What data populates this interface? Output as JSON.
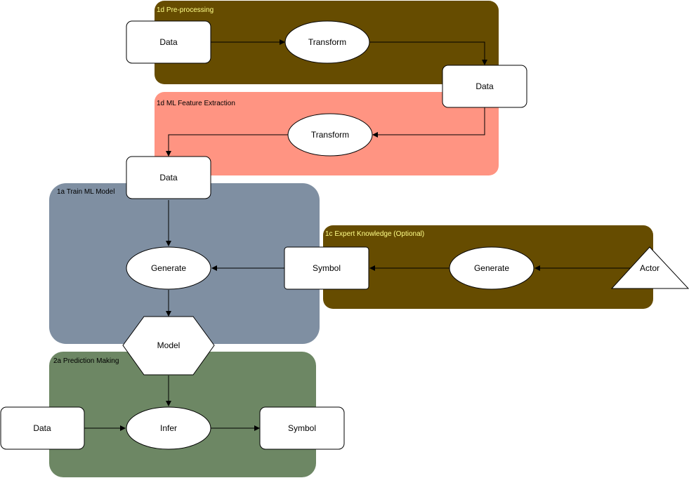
{
  "groups": {
    "preprocessing": {
      "label": "1d Pre-processing",
      "fill": "#664c00",
      "text_color": "#ffff88"
    },
    "feature_extraction": {
      "label": "1d ML Feature Extraction",
      "fill": "#ff9482",
      "text_color": "#000000"
    },
    "train_model": {
      "label": "1a Train ML Model",
      "fill": "#7f8fa2",
      "text_color": "#000000"
    },
    "expert_knowledge": {
      "label": "1c Expert Knowledge (Optional)",
      "fill": "#664c00",
      "text_color": "#ffff88"
    },
    "prediction_making": {
      "label": "2a Prediction Making",
      "fill": "#6d8764",
      "text_color": "#000000"
    }
  },
  "nodes": {
    "pre_data": "Data",
    "pre_transform": "Transform",
    "pre_data_out": "Data",
    "fe_transform": "Transform",
    "fe_data_out": "Data",
    "train_generate": "Generate",
    "model": "Model",
    "ek_symbol": "Symbol",
    "ek_generate": "Generate",
    "ek_actor": "Actor",
    "pm_data": "Data",
    "pm_infer": "Infer",
    "pm_symbol": "Symbol"
  }
}
